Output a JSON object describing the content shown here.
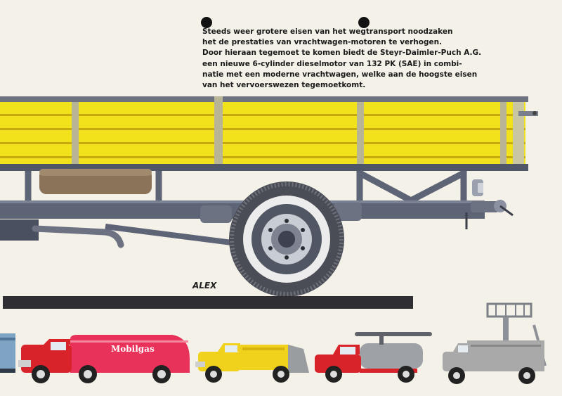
{
  "text": {
    "lines": [
      "Steeds weer grotere eisen van het wegtransport noodzaken",
      "het de prestaties van vrachtwagen-motoren te verhogen.",
      "Door hieraan tegemoet te komen biedt de Steyr-Daimler-Puch A.G.",
      "een nieuwe 6-cylinder dieselmotor van 132 PK (SAE) in combi-",
      "natie met een moderne vrachtwagen, welke aan de hoogste eisen",
      "van het vervoerswezen tegemoetkomt."
    ]
  },
  "signature": "ALEX",
  "tanker_logo": "Mobilgas",
  "colors": {
    "paper": "#f4f1e8",
    "truck_bed_yellow": "#f2e21c",
    "chassis_blue_grey": "#5d6475",
    "tanker_pink": "#e8325a",
    "cab_red": "#d9232b",
    "garbage_yellow": "#f0d21c",
    "service_grey": "#a9a9a9"
  },
  "illustration": {
    "main": "truck-rear-side-view",
    "lineup": [
      "blue-truck-partial",
      "mobilgas-tanker-truck",
      "garbage-truck",
      "vacuum-tank-truck",
      "service-lift-truck"
    ]
  }
}
